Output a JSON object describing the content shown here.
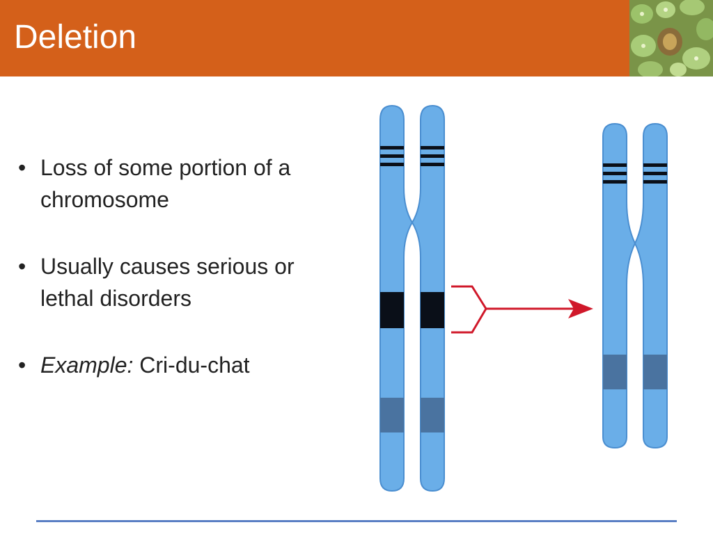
{
  "slide": {
    "title": "Deletion"
  },
  "bullets": [
    {
      "text": "Loss of some portion of a chromosome"
    },
    {
      "text": "Usually causes serious or lethal disorders"
    },
    {
      "label": "Example:",
      "text": " Cri-du-chat"
    }
  ],
  "colors": {
    "title_bar": "#d4601a",
    "chromatid": "#6aaee8",
    "chromatid_outline": "#4a8ed0",
    "dark_band": "#0a0f18",
    "pale_band": "#4a73a0",
    "arrow": "#d0182a",
    "footer_rule": "#5a7fc4"
  },
  "icons": {
    "corner_photo": "succulent-plant-photo",
    "arrow": "red-bracket-arrow-icon"
  }
}
